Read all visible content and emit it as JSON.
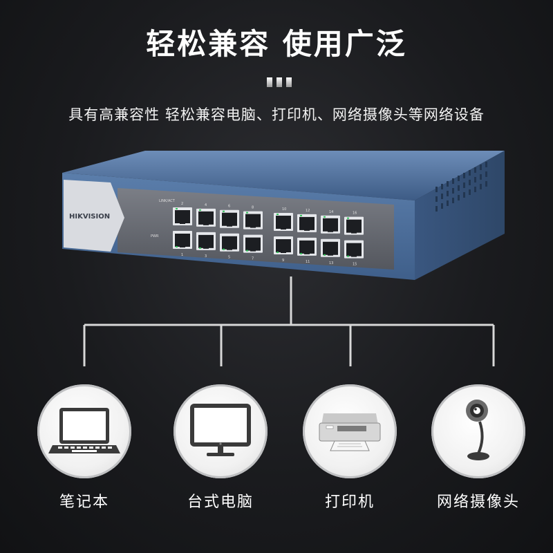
{
  "title": "轻松兼容 使用广泛",
  "subtitle": "具有高兼容性 轻松兼容电脑、打印机、网络摄像头等网络设备",
  "switch": {
    "brand": "HIKVISION",
    "link_label": "LINK/ACT",
    "pwr_label": "PWR",
    "port_numbers_top": [
      "2",
      "4",
      "6",
      "8",
      "10",
      "12",
      "14",
      "16"
    ],
    "port_numbers_bottom": [
      "1",
      "3",
      "5",
      "7",
      "9",
      "11",
      "13",
      "15"
    ]
  },
  "devices": [
    {
      "label": "笔记本",
      "icon": "laptop-icon"
    },
    {
      "label": "台式电脑",
      "icon": "desktop-monitor-icon"
    },
    {
      "label": "打印机",
      "icon": "printer-icon"
    },
    {
      "label": "网络摄像头",
      "icon": "webcam-icon"
    }
  ],
  "colors": {
    "background": "#1a1b1e",
    "switch_body": "#4f6f9a",
    "device_circle": "#f1f1f1",
    "text": "#ffffff"
  }
}
